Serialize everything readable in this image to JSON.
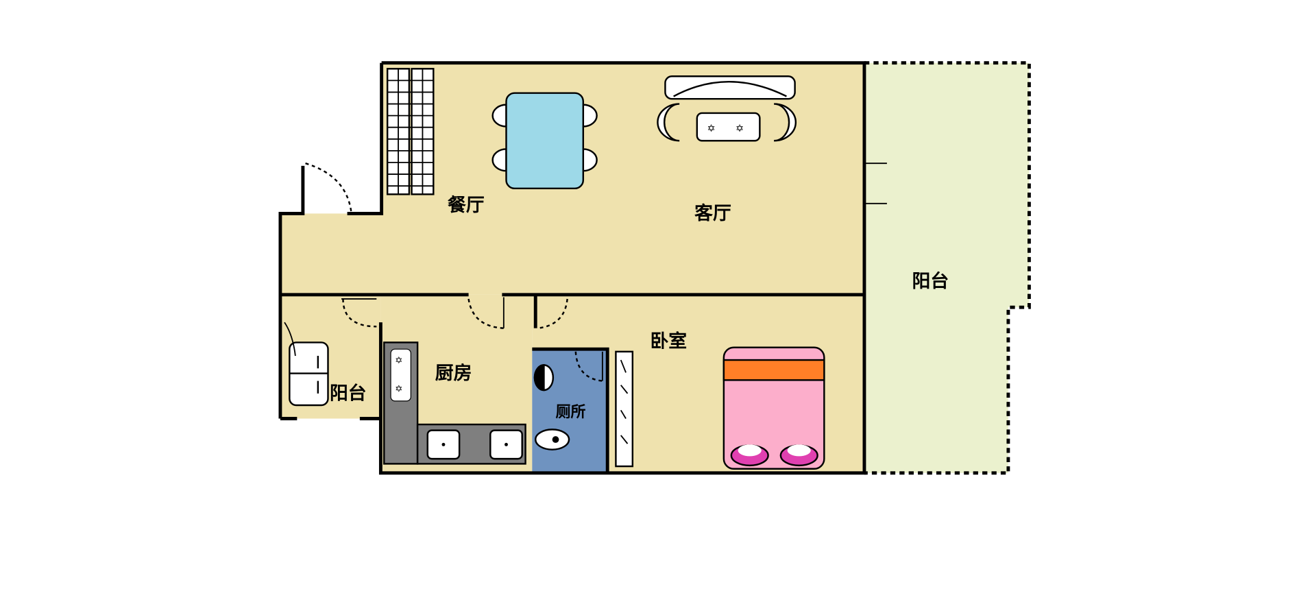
{
  "rooms": {
    "dining": "餐厅",
    "living": "客厅",
    "balcony_large": "阳台",
    "balcony_small": "阳台",
    "kitchen": "厨房",
    "bedroom": "卧室",
    "toilet": "厕所"
  },
  "colors": {
    "floor": "#EFE2AE",
    "balcony": "#EBF1CE",
    "table": "#9DD9E8",
    "toilet": "#6F93C0",
    "bed": "#FCAECB",
    "blanket": "#FF7F27",
    "pillow": "#E040B0",
    "counter": "#7F7F7F"
  }
}
